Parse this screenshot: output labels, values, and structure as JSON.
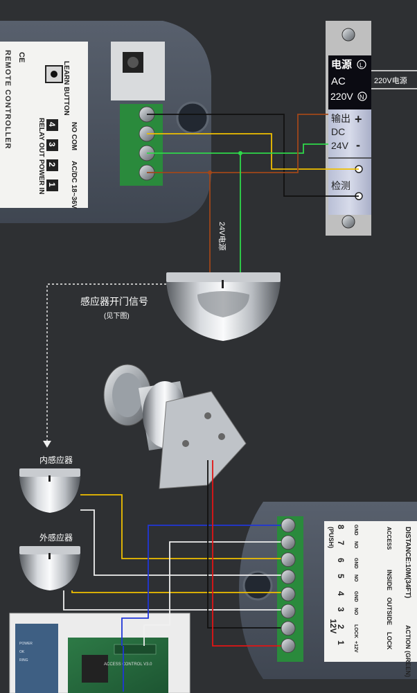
{
  "remote_module": {
    "logo": "CE",
    "learn_button": "LEARN BUTTON",
    "no_com": "NO COM",
    "relay_out": "RELAY OUT",
    "voltage": "AC/DC 18~36V",
    "power_in": "POWER IN",
    "terminals": [
      "4",
      "3",
      "2",
      "1"
    ],
    "vertical_text": "REMOTE CONTROLLER"
  },
  "psu": {
    "title": "电源",
    "ac": "AC",
    "ac_voltage": "220V",
    "output": "输出",
    "dc": "DC",
    "dc_voltage": "24V",
    "detect": "检测",
    "mark_l": "L",
    "mark_n": "N",
    "plus": "+",
    "minus": "-"
  },
  "labels": {
    "mains": "220V电源",
    "power_24v": "24V电源",
    "sensor_signal": "感应器开门信号",
    "see_below": "(见下图)",
    "inner_sensor": "内感应器",
    "outer_sensor": "外感应器"
  },
  "controller": {
    "distance": "DISTANCE:10M(34FT)",
    "access": "ACCESS",
    "inside": "INSIDE",
    "outside": "OUTSIDE",
    "lock": "LOCK",
    "action": "ACTION (GREEN)",
    "push": "(PUSH)",
    "voltage": "12V",
    "terminal_pairs": [
      [
        "8",
        "7"
      ],
      [
        "6",
        "5"
      ],
      [
        "4",
        "3"
      ],
      [
        "2",
        "1"
      ]
    ],
    "pin_labels": [
      "GND",
      "NO",
      "GND",
      "NO",
      "GND",
      "NO",
      "LOCK",
      "+12V"
    ]
  },
  "keypad": {
    "board_label": "ACCESS CONTROL V3.0",
    "items": [
      "POWER",
      "OK",
      "RING"
    ]
  },
  "colors": {
    "background": "#2e3033",
    "wire_yellow": "#f0c000",
    "wire_orange": "#f09a18",
    "wire_green": "#2fd84a",
    "wire_brown": "#a0471a",
    "wire_blue": "#2036d8",
    "wire_red": "#e21515",
    "wire_white": "#f0f0f0",
    "wire_black": "#111111"
  }
}
